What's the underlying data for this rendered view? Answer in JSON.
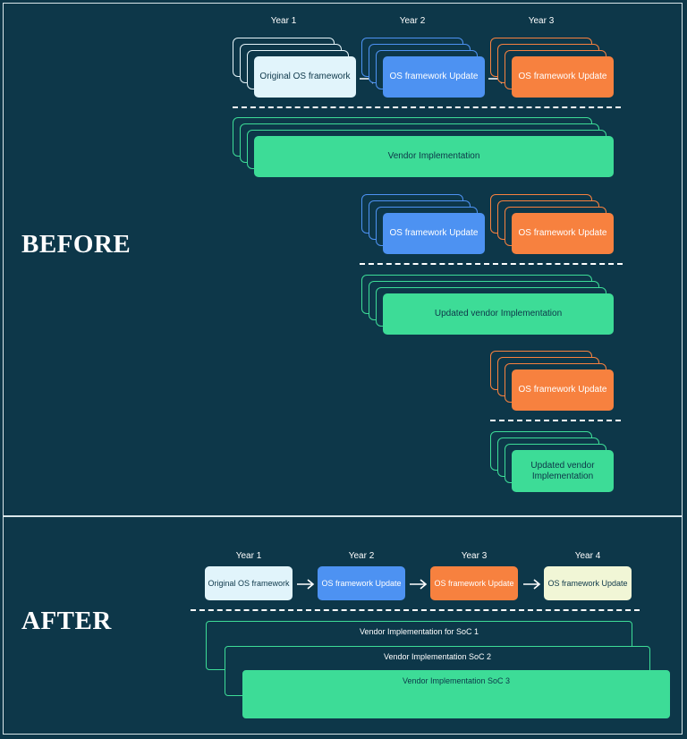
{
  "before": {
    "label": "BEFORE",
    "years": [
      "Year 1",
      "Year 2",
      "Year 3"
    ],
    "row1": {
      "original": "Original OS framework",
      "update_y2": "OS framework Update",
      "update_y3": "OS framework Update",
      "vendor": "Vendor Implementation"
    },
    "row2": {
      "update_y2": "OS framework Update",
      "update_y3": "OS framework Update",
      "vendor": "Updated vendor Implementation"
    },
    "row3": {
      "update_y3": "OS framework Update",
      "vendor": "Updated vendor Implementation"
    }
  },
  "after": {
    "label": "AFTER",
    "years": [
      "Year 1",
      "Year 2",
      "Year 3",
      "Year 4"
    ],
    "boxes": [
      "Original OS framework",
      "OS framework Update",
      "OS framework Update",
      "OS framework Update"
    ],
    "vendors": [
      "Vendor Implementation for SoC 1",
      "Vendor Implementation SoC 2",
      "Vendor Implementation SoC 3"
    ]
  },
  "colors": {
    "background": "#0d3749",
    "original": "#e1f4fb",
    "update_blue": "#4d92f2",
    "update_orange": "#f7813f",
    "vendor_green": "#3ddc97",
    "update_cream": "#f1f6d6"
  },
  "icons": [
    "arrow-right-icon"
  ]
}
